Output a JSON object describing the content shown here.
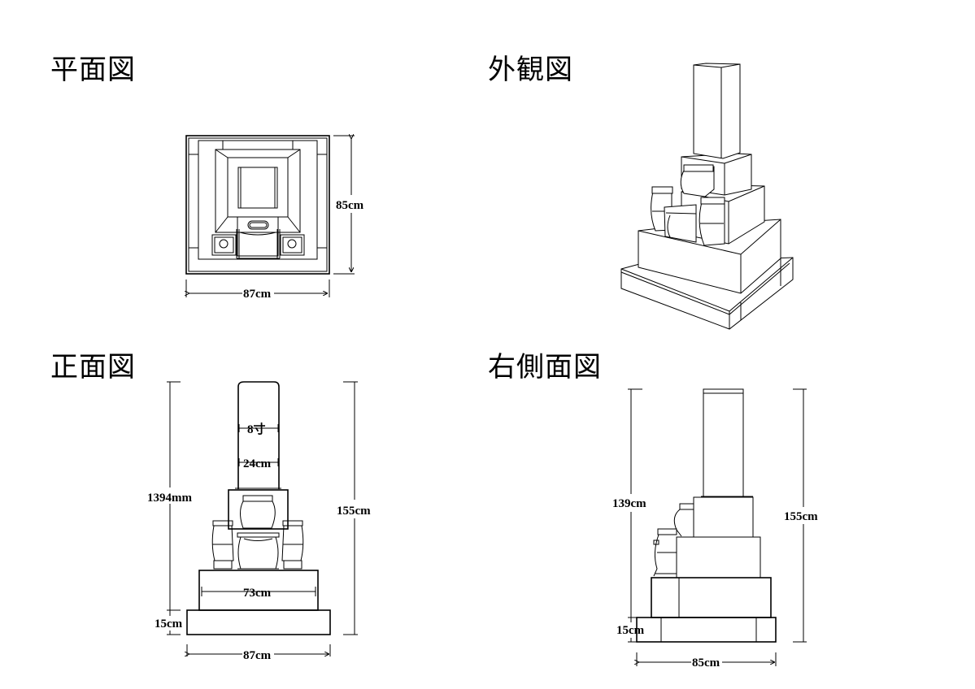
{
  "views": {
    "plan": {
      "title": "平面図",
      "dims": {
        "width": "87cm",
        "depth": "85cm"
      }
    },
    "perspective": {
      "title": "外観図"
    },
    "front": {
      "title": "正面図",
      "dims": {
        "pillar_width_sun": "8寸",
        "pillar_width_cm": "24cm",
        "upper_height": "1394mm",
        "total_height": "155cm",
        "middle_base_width": "73cm",
        "base_height": "15cm",
        "base_width": "87cm"
      }
    },
    "right_side": {
      "title": "右側面図",
      "dims": {
        "upper_height": "139cm",
        "total_height": "155cm",
        "base_height": "15cm",
        "base_depth": "85cm"
      }
    }
  }
}
